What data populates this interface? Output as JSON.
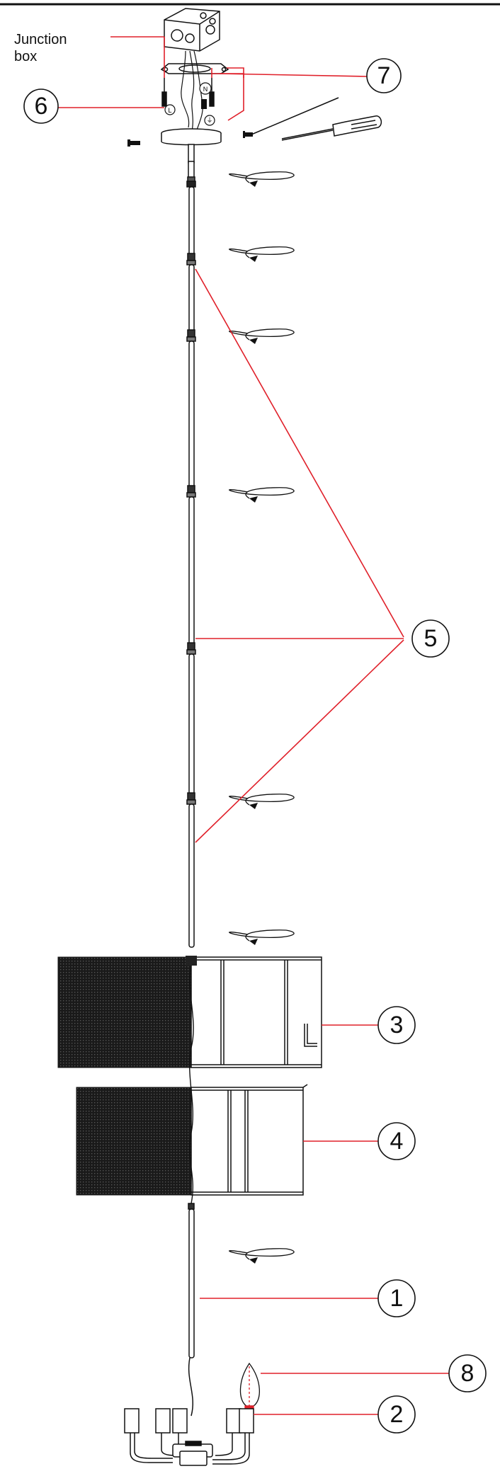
{
  "labels": {
    "junction_box": "Junction\nbox"
  },
  "callouts": [
    {
      "id": "1",
      "text": "1"
    },
    {
      "id": "2",
      "text": "2"
    },
    {
      "id": "3",
      "text": "3"
    },
    {
      "id": "4",
      "text": "4"
    },
    {
      "id": "5",
      "text": "5"
    },
    {
      "id": "6",
      "text": "6"
    },
    {
      "id": "7",
      "text": "7"
    },
    {
      "id": "8",
      "text": "8"
    }
  ],
  "wire_markers": {
    "neutral": "N",
    "live": "L",
    "ground": "⏚"
  },
  "colors": {
    "line": "#111111",
    "leader": "#e0202a",
    "shade": "#1a1a1a",
    "bulb_base": "#e0202a"
  }
}
